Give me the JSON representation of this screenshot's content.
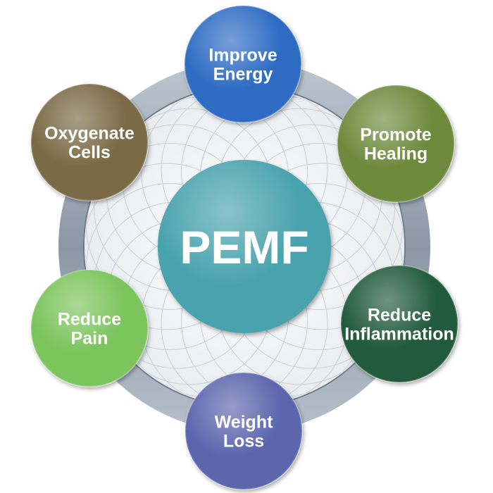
{
  "center": {
    "label": "PEMF",
    "color": "#4aa3ae"
  },
  "nodes": [
    {
      "id": "improve-energy",
      "lines": [
        "Improve",
        "Energy"
      ],
      "color": "#2f6cc4"
    },
    {
      "id": "promote-healing",
      "lines": [
        "Promote",
        "Healing"
      ],
      "color": "#6d8a3c"
    },
    {
      "id": "reduce-inflammation",
      "lines": [
        "Reduce",
        "Inflammation"
      ],
      "color": "#215a3c"
    },
    {
      "id": "weight-loss",
      "lines": [
        "Weight",
        "Loss"
      ],
      "color": "#5c66ad"
    },
    {
      "id": "reduce-pain",
      "lines": [
        "Reduce",
        "Pain"
      ],
      "color": "#7cc45c"
    },
    {
      "id": "oxygenate-cells",
      "lines": [
        "Oxygenate",
        "Cells"
      ],
      "color": "#7a6a45"
    }
  ],
  "ring_color": "#9aa6b3"
}
